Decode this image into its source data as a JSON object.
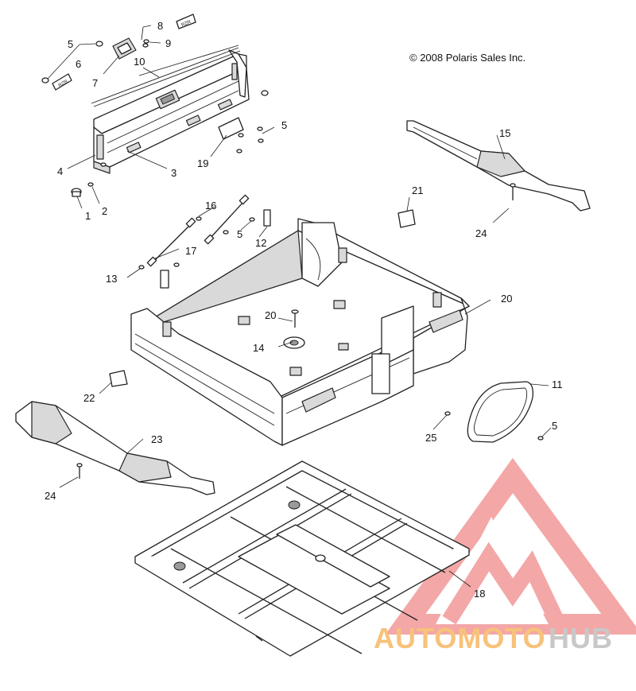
{
  "copyright": "© 2008 Polaris Sales Inc.",
  "callouts": [
    "1",
    "2",
    "3",
    "4",
    "5",
    "5",
    "5",
    "5",
    "6",
    "7",
    "8",
    "9",
    "10",
    "11",
    "12",
    "13",
    "14",
    "15",
    "16",
    "17",
    "18",
    "19",
    "20",
    "20",
    "21",
    "22",
    "23",
    "24",
    "24",
    "25"
  ],
  "watermark": {
    "part1": "AUTOMOTO",
    "part2": "HUB",
    "colors": {
      "triangle": "#f04a4a",
      "auto": "#f7c27a",
      "hub": "#c8c8c8"
    }
  }
}
